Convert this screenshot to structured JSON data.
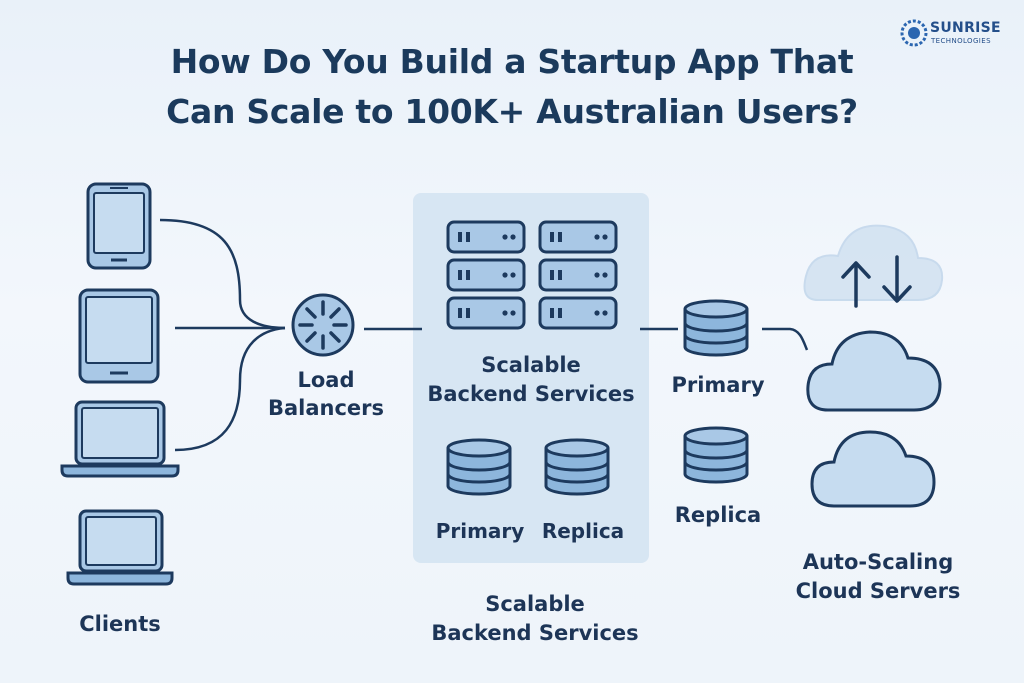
{
  "title": {
    "line1": "How Do You Build a Startup App That",
    "line2": "Can Scale to 100K+ Australian Users?"
  },
  "logo": {
    "name": "SUNRISE",
    "subtitle": "TECHNOLOGIES"
  },
  "labels": {
    "clients": "Clients",
    "load_balancers_1": "Load",
    "load_balancers_2": "Balancers",
    "panel_title_1": "Scalable",
    "panel_title_2": "Backend Services",
    "panel_primary": "Primary",
    "panel_replica": "Replica",
    "below_panel_1": "Scalable",
    "below_panel_2": "Backend Services",
    "right_primary": "Primary",
    "right_replica": "Replica",
    "autoscale_1": "Auto-Scaling",
    "autoscale_2": "Cloud Servers"
  },
  "colors": {
    "stroke": "#1d3a5e",
    "fill_light": "#a9c8e6",
    "fill_mid": "#8db6dc",
    "panel": "#d7e6f3",
    "title": "#1b3a5c"
  },
  "icons": [
    "phone-icon",
    "tablet-icon",
    "laptop-icon",
    "laptop-icon",
    "load-balancer-icon",
    "server-rack-icon",
    "database-icon",
    "cloud-icon",
    "arrow-up-icon",
    "arrow-down-icon"
  ]
}
